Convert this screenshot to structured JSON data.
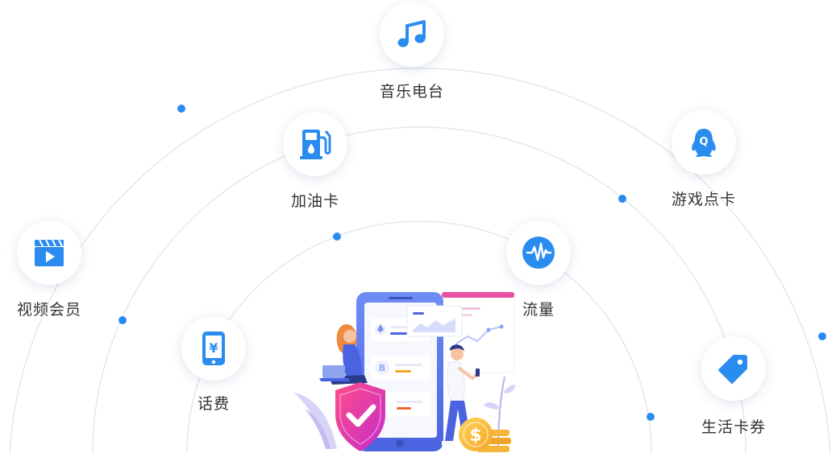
{
  "accent_color": "#2b8cf0",
  "services": [
    {
      "label": "音乐电台",
      "icon": "music-note-icon"
    },
    {
      "label": "加油卡",
      "icon": "fuel-pump-icon"
    },
    {
      "label": "游戏点卡",
      "icon": "qq-penguin-icon"
    },
    {
      "label": "视频会员",
      "icon": "video-play-icon"
    },
    {
      "label": "流量",
      "icon": "signal-wave-icon"
    },
    {
      "label": "话费",
      "icon": "phone-yuan-icon"
    },
    {
      "label": "生活卡券",
      "icon": "price-tag-icon"
    }
  ],
  "illustration": {
    "coin_symbol": "$",
    "crypto_symbol": "B"
  }
}
